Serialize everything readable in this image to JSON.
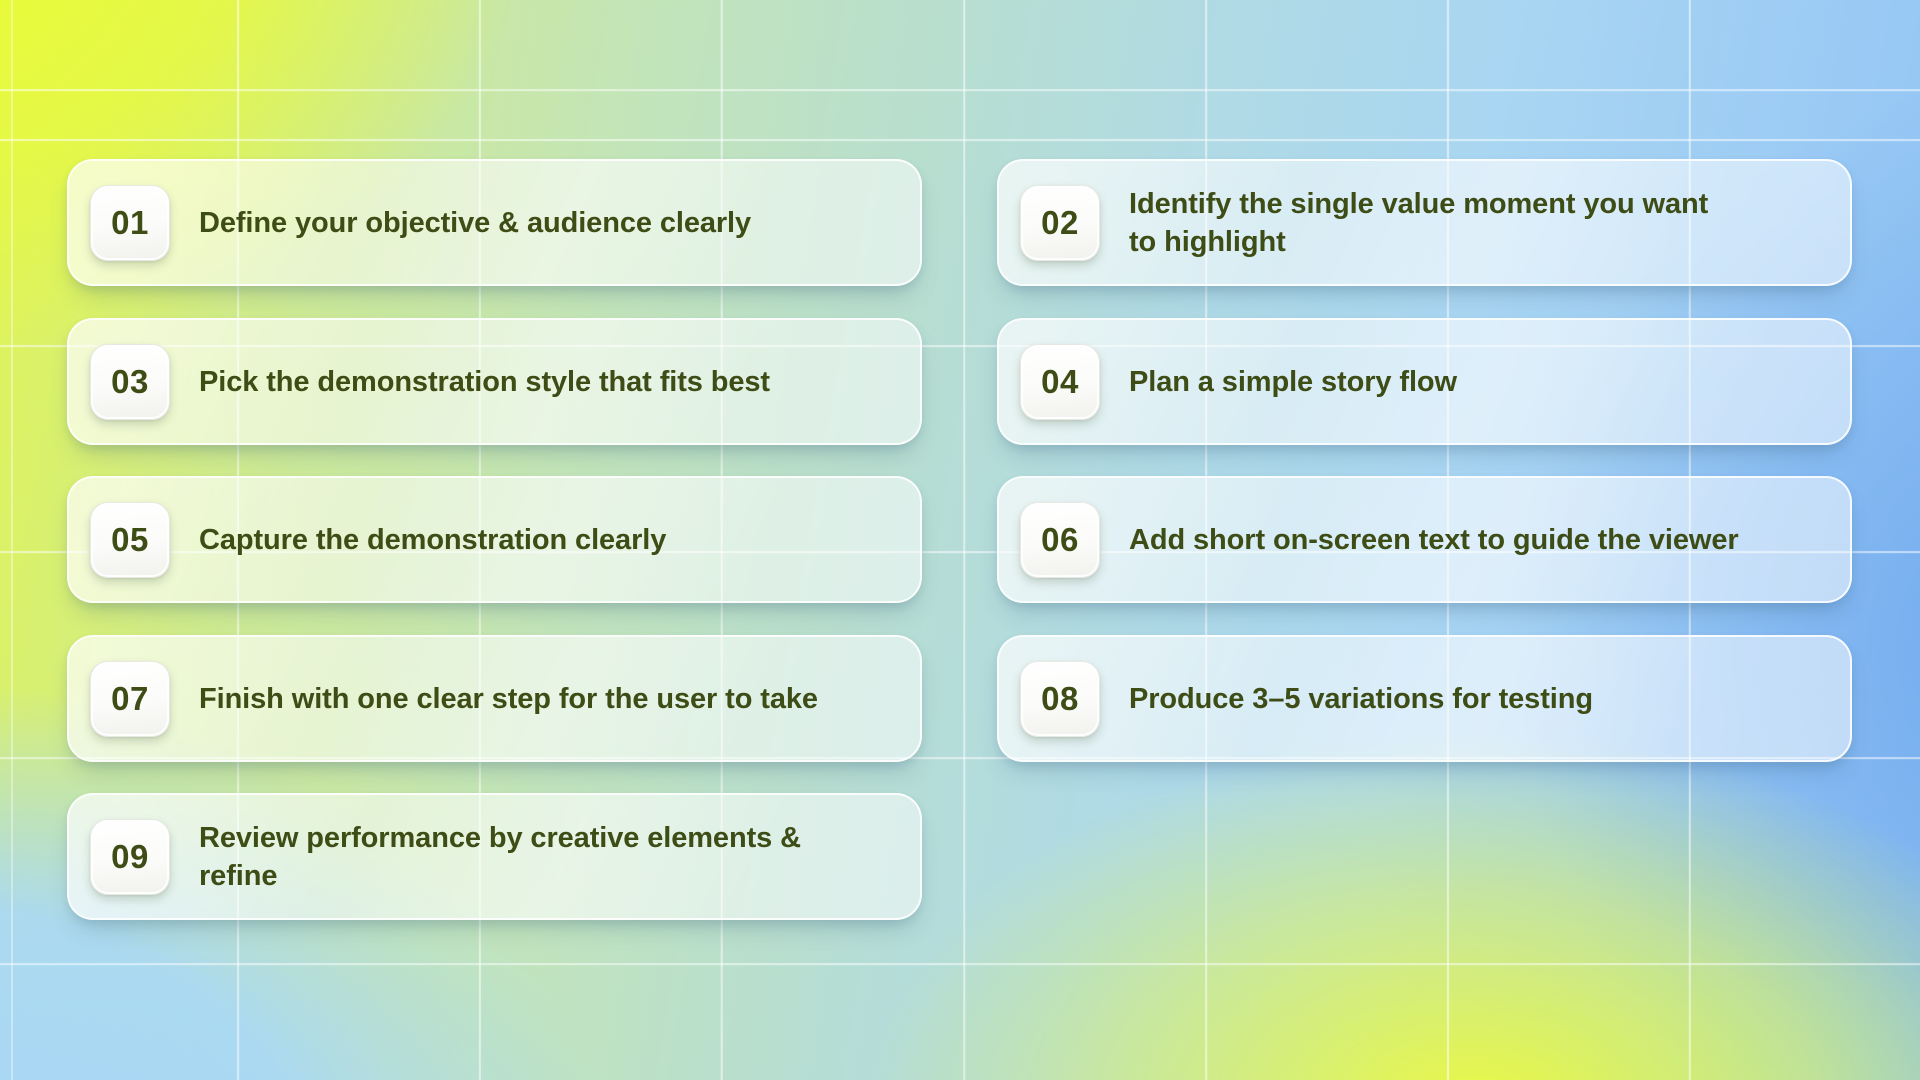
{
  "colors": {
    "text": "#3e4c15",
    "accent_yellow": "#ecfc34",
    "accent_blue": "#8fc2f3",
    "card_background": "rgba(255,255,255,0.52)"
  },
  "cards": [
    {
      "number": "01",
      "lines": [
        "Define your objective & audience clearly"
      ]
    },
    {
      "number": "02",
      "lines": [
        "Identify the single value moment you want",
        "to highlight"
      ]
    },
    {
      "number": "03",
      "lines": [
        "Pick the demonstration style that fits best"
      ]
    },
    {
      "number": "04",
      "lines": [
        "Plan a simple story flow"
      ]
    },
    {
      "number": "05",
      "lines": [
        "Capture the demonstration clearly"
      ]
    },
    {
      "number": "06",
      "lines": [
        "Add short on-screen text to guide the viewer"
      ]
    },
    {
      "number": "07",
      "lines": [
        "Finish with one clear step for the user to take"
      ]
    },
    {
      "number": "08",
      "lines": [
        "Produce 3–5 variations for testing"
      ]
    },
    {
      "number": "09",
      "lines": [
        "Review performance by creative elements &",
        "refine"
      ]
    }
  ]
}
